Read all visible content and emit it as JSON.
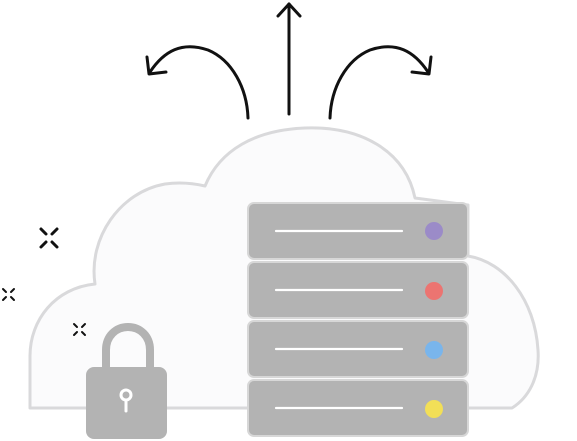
{
  "illustration": {
    "kind": "cloud-server-security",
    "colors": {
      "cloud_fill": "#fbfbfc",
      "cloud_stroke": "#d9d9db",
      "server_fill": "#b3b3b3",
      "server_border": "#d7d7d7",
      "slot_line": "#ffffff",
      "arrow": "#111111",
      "lock": "#b3b3b3",
      "lock_keyhole": "#ffffff",
      "sparkle": "#111111"
    },
    "servers": [
      {
        "name": "server-unit-1",
        "led_color": "#9b8bc8"
      },
      {
        "name": "server-unit-2",
        "led_color": "#ec7471"
      },
      {
        "name": "server-unit-3",
        "led_color": "#79b5ec"
      },
      {
        "name": "server-unit-4",
        "led_color": "#f2df57"
      }
    ],
    "arrows": [
      "arrow-left",
      "arrow-up",
      "arrow-right"
    ],
    "sparkles": [
      "sparkle-large",
      "sparkle-small-left",
      "sparkle-small-mid"
    ]
  }
}
